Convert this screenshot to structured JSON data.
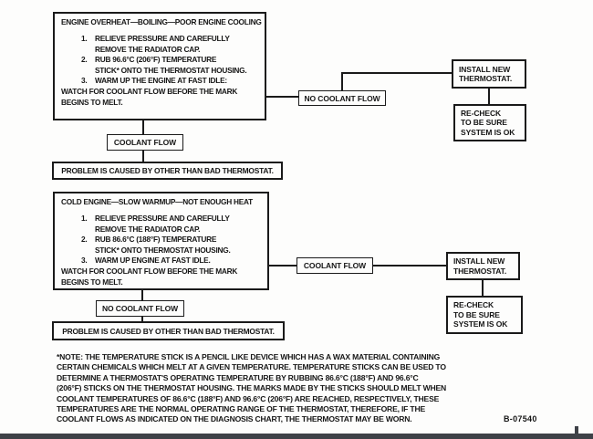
{
  "colors": {
    "line": "#1a1a1a",
    "bottom_bar": "#3e4147",
    "paper": "#fdfdfc"
  },
  "flow1": {
    "procedure": {
      "title": "ENGINE OVERHEAT—BOILING—POOR ENGINE COOLING",
      "steps": [
        {
          "num": "1.",
          "lines": [
            "RELIEVE PRESSURE AND CAREFULLY",
            "REMOVE THE RADIATOR CAP."
          ]
        },
        {
          "num": "2.",
          "lines": [
            "RUB 96.6°C (206°F) TEMPERATURE",
            "STICK* ONTO THE THERMOSTAT HOUSING."
          ]
        },
        {
          "num": "3.",
          "lines": [
            "WARM UP THE ENGINE AT FAST IDLE:"
          ]
        }
      ],
      "tail": [
        "WATCH FOR COOLANT FLOW BEFORE THE MARK",
        "BEGINS TO MELT."
      ]
    },
    "no_coolant_flow": "NO COOLANT FLOW",
    "install": [
      "INSTALL NEW",
      "THERMOSTAT."
    ],
    "recheck": [
      "RE-CHECK",
      "TO BE SURE",
      "SYSTEM IS OK"
    ],
    "coolant_flow": "COOLANT FLOW",
    "problem": "PROBLEM IS CAUSED BY OTHER THAN BAD THERMOSTAT."
  },
  "flow2": {
    "procedure": {
      "title": "COLD ENGINE—SLOW WARMUP—NOT ENOUGH HEAT",
      "steps": [
        {
          "num": "1.",
          "lines": [
            "RELIEVE PRESSURE AND CAREFULLY",
            "REMOVE THE RADIATOR CAP."
          ]
        },
        {
          "num": "2.",
          "lines": [
            "RUB 86.6°C (188°F) TEMPERATURE",
            "STICK* ONTO THERMOSTAT HOUSING."
          ]
        },
        {
          "num": "3.",
          "lines": [
            "WARM UP ENGINE AT FAST IDLE."
          ]
        }
      ],
      "tail": [
        "WATCH FOR COOLANT FLOW BEFORE THE MARK",
        "BEGINS TO MELT."
      ]
    },
    "coolant_flow": "COOLANT FLOW",
    "install": [
      "INSTALL NEW",
      "THERMOSTAT."
    ],
    "recheck": [
      "RE-CHECK",
      "TO BE SURE",
      "SYSTEM IS OK"
    ],
    "no_coolant_flow": "NO COOLANT FLOW",
    "problem": "PROBLEM IS CAUSED BY OTHER THAN BAD THERMOSTAT."
  },
  "footnote": {
    "lines": [
      "*NOTE: THE TEMPERATURE STICK IS A PENCIL LIKE DEVICE WHICH HAS A WAX MATERIAL CONTAINING",
      "CERTAIN CHEMICALS WHICH MELT AT A GIVEN TEMPERATURE. TEMPERATURE STICKS CAN BE USED TO",
      "DETERMINE A THERMOSTAT'S OPERATING TEMPERATURE BY RUBBING 86.6°C (188°F) AND 96.6°C",
      "(206°F) STICKS ON THE THERMOSTAT HOUSING. THE MARKS MADE BY THE STICKS SHOULD MELT WHEN",
      "COOLANT TEMPERATURES OF 86.6°C (188°F) AND 96.6°C (206°F) ARE REACHED, RESPECTIVELY, THESE",
      "TEMPERATURES ARE THE NORMAL OPERATING RANGE OF THE THERMOSTAT, THEREFORE, IF THE",
      "COOLANT FLOWS AS INDICATED ON THE DIAGNOSIS CHART, THE THERMOSTAT MAY BE WORN."
    ]
  },
  "figure_id": "B-07540"
}
